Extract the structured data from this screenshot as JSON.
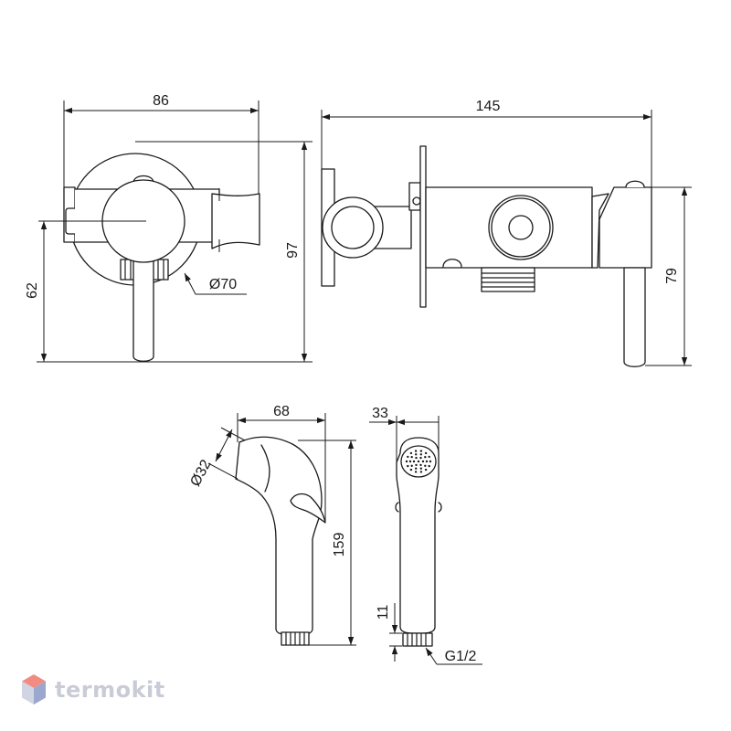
{
  "dimensions": {
    "front_width": "86",
    "front_height": "97",
    "front_axis_height": "62",
    "front_diameter": "Ø70",
    "side_width": "145",
    "side_height": "79",
    "sprayer_width": "68",
    "sprayer_head_diameter": "Ø32",
    "sprayer_height": "159",
    "sprayer_depth": "33",
    "thread_length": "11",
    "thread_size": "G1/2"
  },
  "brand": {
    "name": "termokit",
    "colors": {
      "top": "#f28b82",
      "left": "#d1d5e3",
      "right": "#9ba7cc"
    }
  }
}
